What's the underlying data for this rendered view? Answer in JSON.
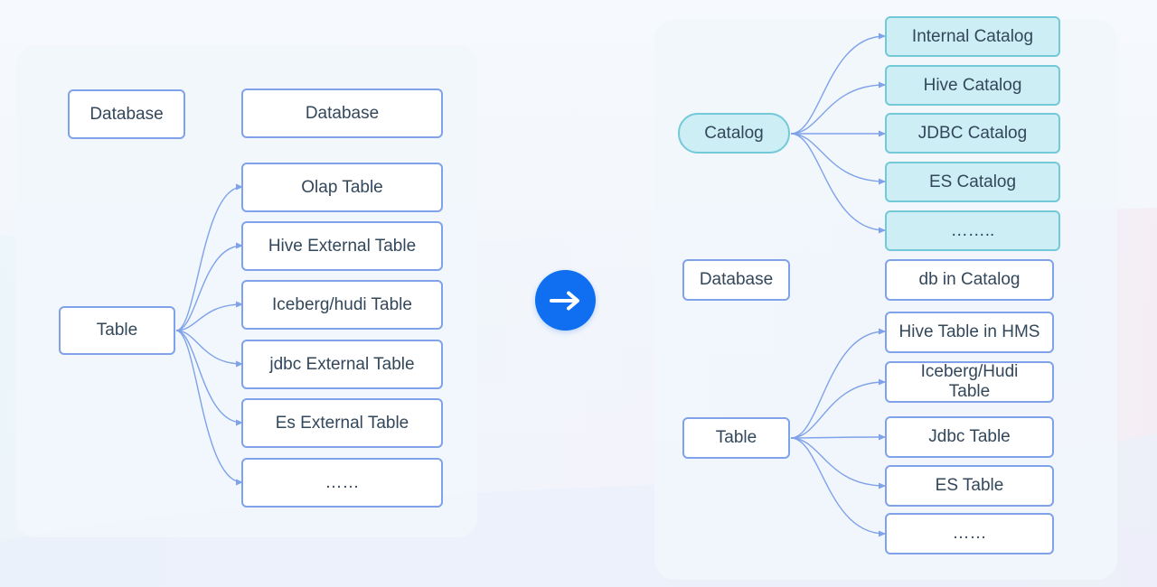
{
  "legacy": {
    "database_label": "Database",
    "database_target": "Database",
    "table_label": "Table",
    "table_types": [
      "Olap Table",
      "Hive External Table",
      "Iceberg/hudi Table",
      "jdbc External Table",
      "Es External Table",
      "……"
    ]
  },
  "transition": {
    "icon": "arrow-right-icon"
  },
  "multi_catalog": {
    "catalog_label": "Catalog",
    "catalog_types": [
      "Internal Catalog",
      "Hive Catalog",
      "JDBC Catalog",
      "ES Catalog",
      "……..",
      "db in Catalog"
    ],
    "database_label": "Database",
    "table_label": "Table",
    "table_types": [
      "Hive Table in HMS",
      "Iceberg/Hudi Table",
      "Jdbc Table",
      "ES Table",
      "……"
    ]
  },
  "colors": {
    "accent": "#0f6ff0",
    "node_border": "#7fa2ea",
    "catalog_fill": "#cdeef4",
    "catalog_border": "#74c9d8",
    "connector": "#7fa2ea"
  }
}
